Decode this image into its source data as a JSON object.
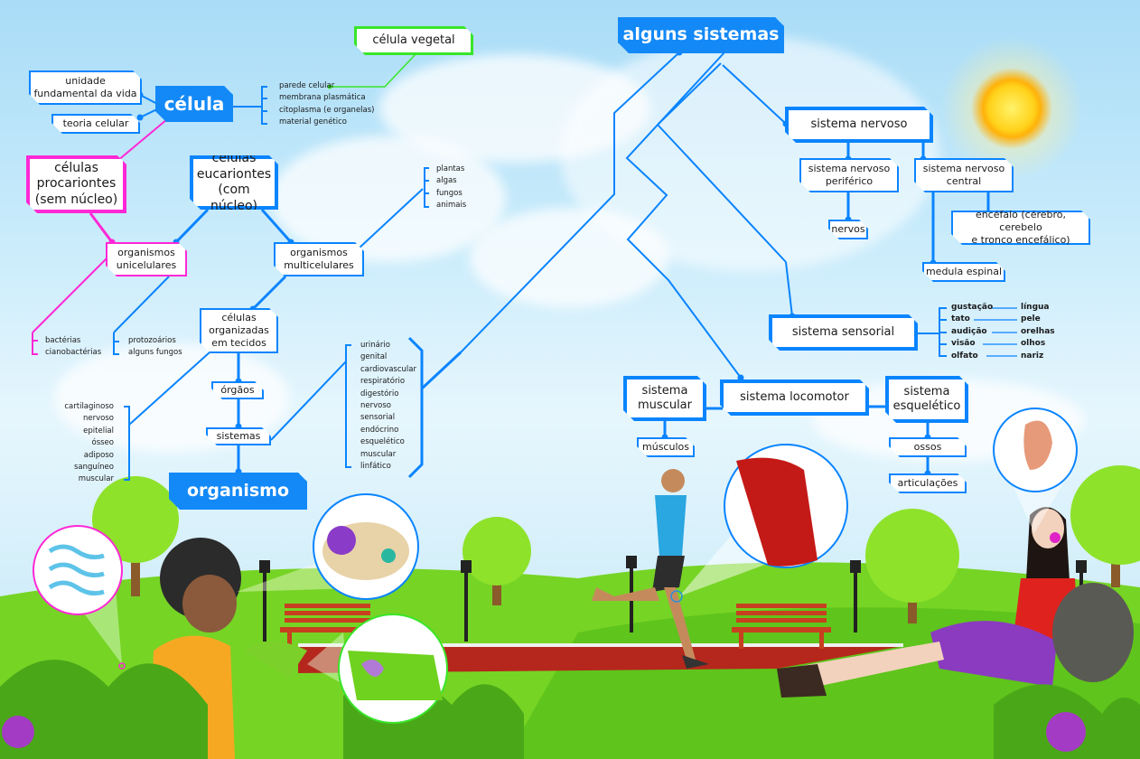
{
  "colors": {
    "primary_blue": "#1389f7",
    "line_blue": "#0a84ff",
    "prokaryote_pink": "#ff28d6",
    "plant_green": "#39e52a",
    "grass": "#6fd21f",
    "sky": "#a9dcf7",
    "sun": "#ffd21a"
  },
  "cell_section": {
    "cell_title": "célula",
    "definitions": [
      "unidade\nfundamental da vida",
      "teoria celular"
    ],
    "plant_cell": "célula vegetal",
    "components": [
      "parede celular",
      "membrana plasmática",
      "citoplasma (e organelas)",
      "material genético"
    ]
  },
  "cell_types": {
    "prokaryotes": "células\nprocariontes\n(sem núcleo)",
    "eukaryotes": "células\neucariontes\n(com núcleo)",
    "unicellular": "organismos\nunicelulares",
    "multicellular": "organismos\nmulticelulares",
    "prokaryote_examples": [
      "bactérias",
      "cianobactérias"
    ],
    "unicellular_eukaryote_examples": [
      "protozoários",
      "alguns fungos"
    ],
    "multicellular_examples": [
      "plantas",
      "algas",
      "fungos",
      "animais"
    ]
  },
  "organization": {
    "tissues": "células\norganizadas\nem tecidos",
    "tissue_types": [
      "cartilaginoso",
      "nervoso",
      "epitelial",
      "ósseo",
      "adiposo",
      "sanguíneo",
      "muscular"
    ],
    "organs": "órgãos",
    "systems": "sistemas",
    "system_list": [
      "urinário",
      "genital",
      "cardiovascular",
      "respiratório",
      "digestório",
      "nervoso",
      "sensorial",
      "endócrino",
      "esquelético",
      "muscular",
      "linfático"
    ],
    "organism": "organismo"
  },
  "some_systems": {
    "title": "alguns sistemas",
    "nervous": {
      "title": "sistema nervoso",
      "peripheral": "sistema nervoso\nperiférico",
      "nerves": "nervos",
      "central": "sistema nervoso\ncentral",
      "brain": "encéfalo (cérebro, cerebelo\ne tronco encefálico)",
      "spinal_cord": "medula espinal"
    },
    "sensory": {
      "title": "sistema sensorial",
      "senses": [
        {
          "sense": "gustação",
          "organ": "língua"
        },
        {
          "sense": "tato",
          "organ": "pele"
        },
        {
          "sense": "audição",
          "organ": "orelhas"
        },
        {
          "sense": "visão",
          "organ": "olhos"
        },
        {
          "sense": "olfato",
          "organ": "nariz"
        }
      ]
    },
    "locomotor": {
      "title": "sistema locomotor",
      "muscular": "sistema\nmuscular",
      "muscles": "músculos",
      "skeletal": "sistema\nesquelético",
      "bones": "ossos",
      "joints": "articulações"
    }
  }
}
